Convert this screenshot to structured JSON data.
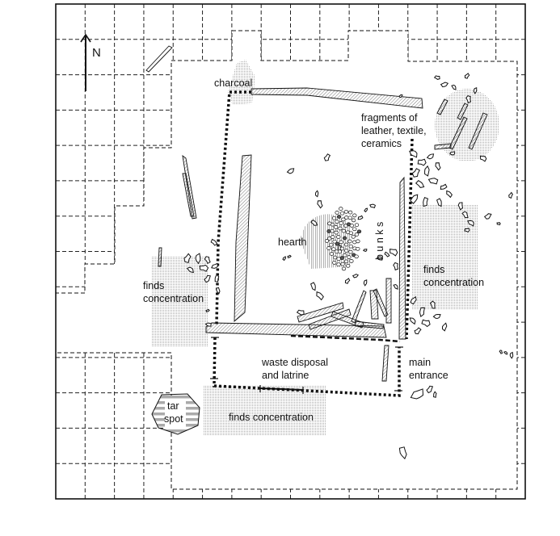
{
  "title": "Excavation site plan",
  "north_label": "N",
  "labels": {
    "charcoal": "charcoal",
    "fragments": [
      "fragments of",
      "leather, textile,",
      "ceramics"
    ],
    "hearth": "hearth",
    "bunks": "b u n k s",
    "finds_left": [
      "finds",
      "concentration"
    ],
    "finds_right": [
      "finds",
      "concentration"
    ],
    "finds_bottom": "finds concentration",
    "waste": [
      "waste disposal",
      "and latrine"
    ],
    "entrance": [
      "main",
      "entrance"
    ],
    "tar": [
      "tar",
      "spot"
    ]
  },
  "colors": {
    "line": "#111111",
    "hatch": "#777777",
    "stipple": "#b8b8b8",
    "tar_stripe": "#aaaaaa"
  }
}
